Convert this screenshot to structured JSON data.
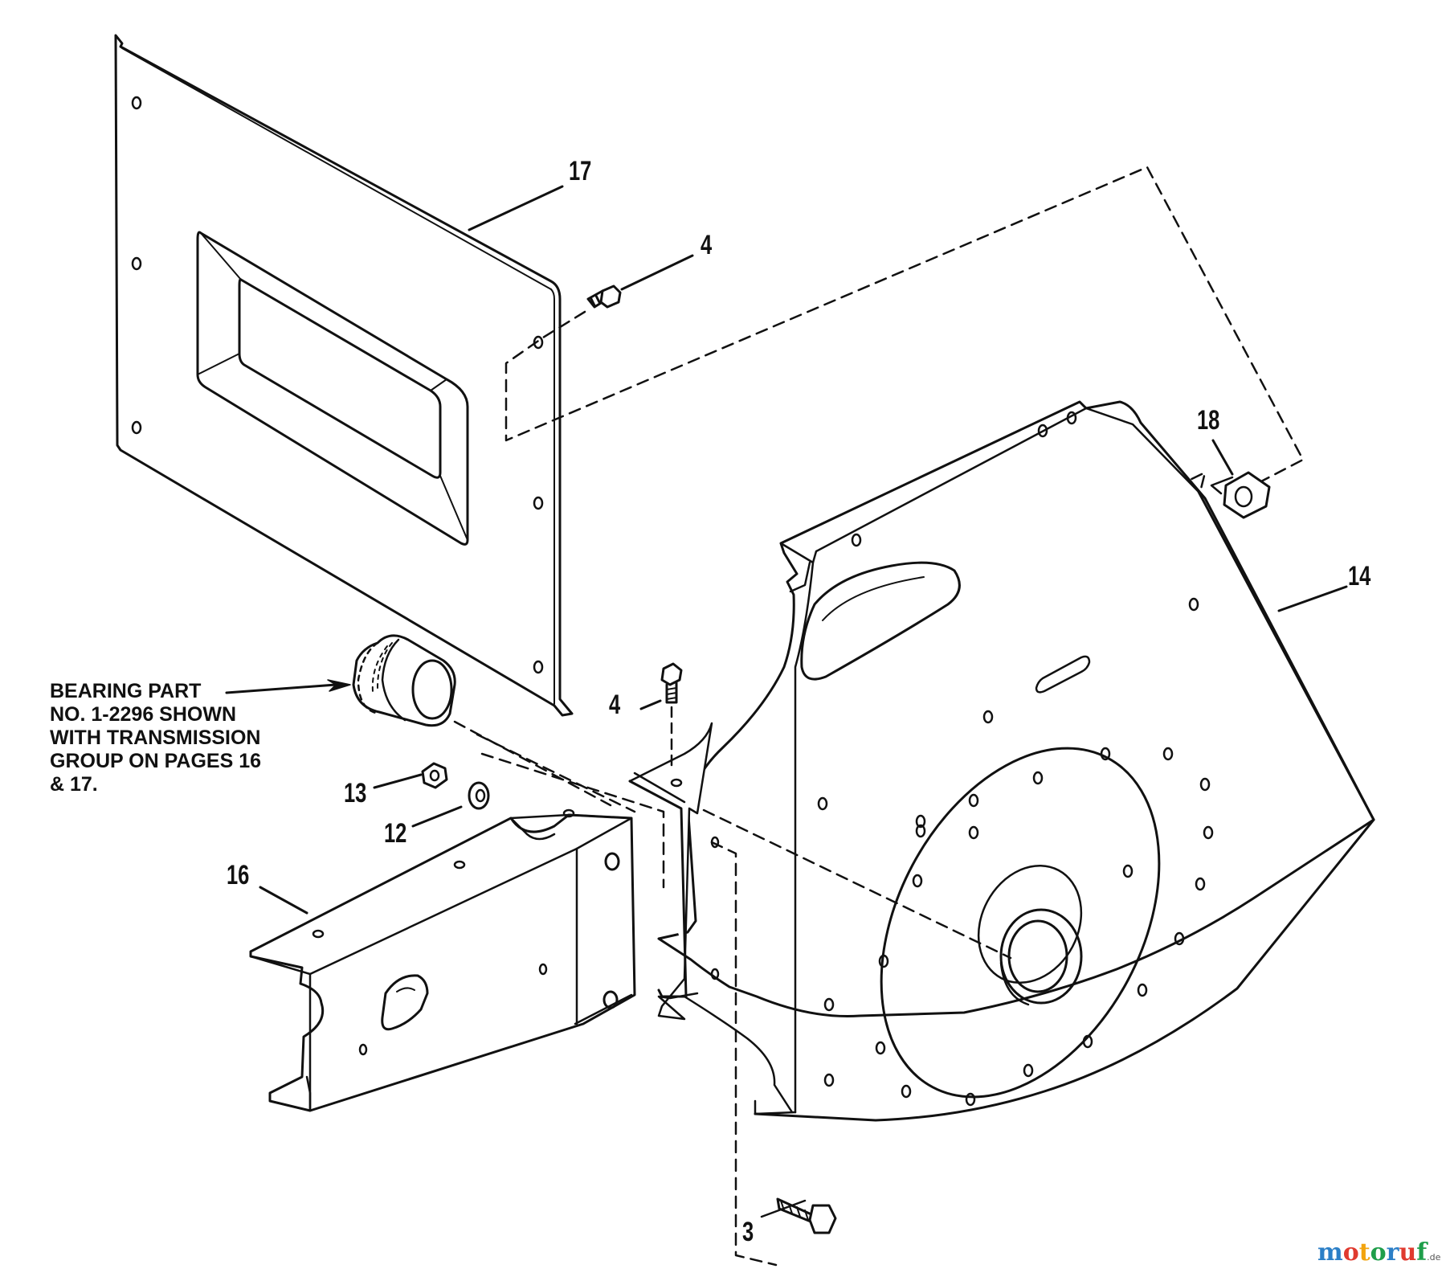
{
  "callouts": {
    "c17": "17",
    "c4a": "4",
    "c18": "18",
    "c14": "14",
    "c4b": "4",
    "c13": "13",
    "c12": "12",
    "c16": "16",
    "c3": "3"
  },
  "note": {
    "line1": "BEARING PART",
    "line2": "NO. 1-2296 SHOWN",
    "line3": "WITH TRANSMISSION",
    "line4": "GROUP ON PAGES 16",
    "line5": "& 17."
  },
  "watermark": {
    "m1": "m",
    "o1": "o",
    "t": "t",
    "o2": "o",
    "r": "r",
    "u": "u",
    "f": "f",
    "tld": ".de",
    "colors": [
      "#2c7fc7",
      "#e03a2f",
      "#f2a40f",
      "#1f9e4a",
      "#2c7fc7",
      "#e03a2f",
      "#1f9e4a"
    ]
  }
}
